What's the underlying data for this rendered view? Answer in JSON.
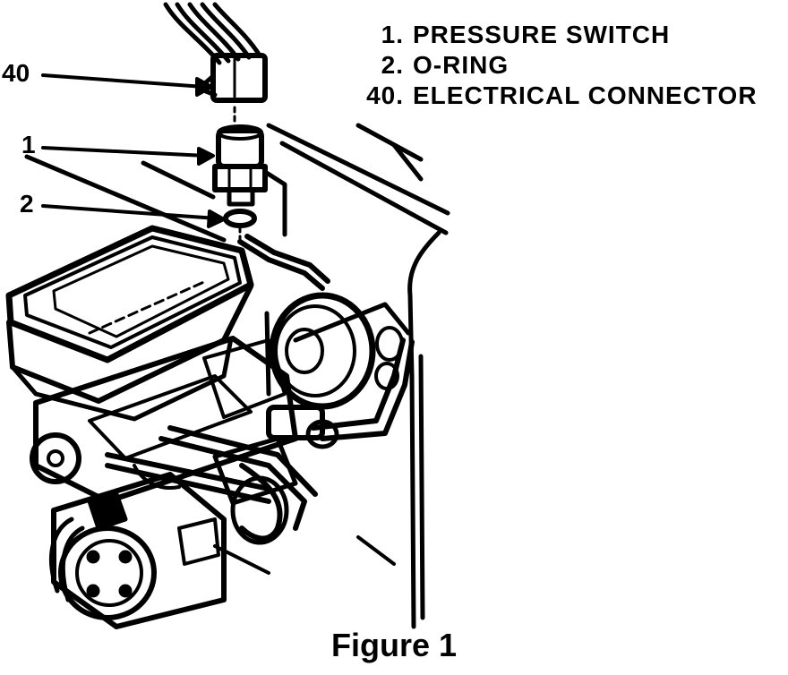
{
  "legend": [
    {
      "num": "1.",
      "label": "PRESSURE SWITCH"
    },
    {
      "num": "2.",
      "label": "O-RING"
    },
    {
      "num": "40.",
      "label": "ELECTRICAL CONNECTOR"
    }
  ],
  "callouts": {
    "c40": "40",
    "c1": "1",
    "c2": "2"
  },
  "caption": "Figure 1",
  "colors": {
    "ink": "#000000",
    "paper": "#ffffff"
  }
}
